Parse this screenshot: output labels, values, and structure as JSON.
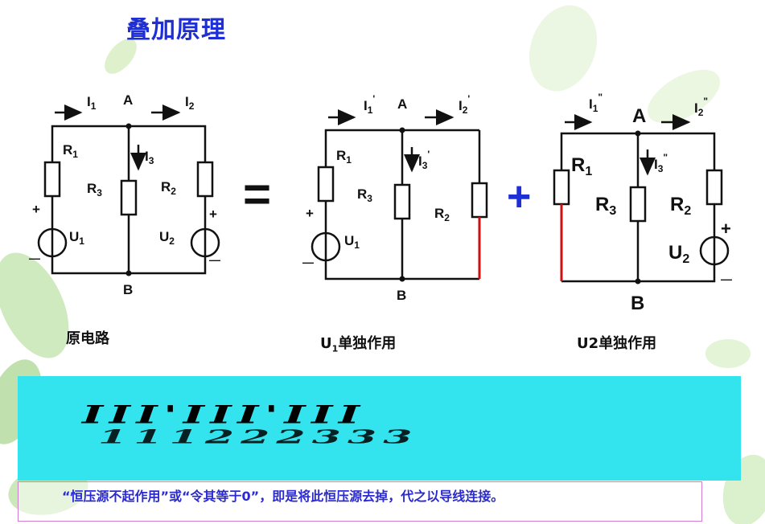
{
  "title": "叠加原理",
  "captions": {
    "original": "原电路",
    "u1_sub": "1",
    "u1_only_prefix": "U",
    "u1_only_suffix": "单独作用",
    "u2_only": "U2单独作用"
  },
  "equals": "=",
  "plus": "+",
  "circuit1": {
    "I1": "I",
    "I1s": "1",
    "A": "A",
    "I2": "I",
    "I2s": "2",
    "I3": "I",
    "I3s": "3",
    "R1": "R",
    "R1s": "1",
    "R3": "R",
    "R3s": "3",
    "R2": "R",
    "R2s": "2",
    "U1": "U",
    "U1s": "1",
    "U2": "U",
    "U2s": "2",
    "B": "B",
    "plus": "+",
    "minus": "—"
  },
  "circuit2": {
    "I1": "I",
    "I1s": "1",
    "I1p": "'",
    "A": "A",
    "I2": "I",
    "I2s": "2",
    "I2p": "'",
    "I3": "I",
    "I3s": "3",
    "I3p": "'",
    "R1": "R",
    "R1s": "1",
    "R3": "R",
    "R3s": "3",
    "R2": "R",
    "R2s": "2",
    "U1": "U",
    "U1s": "1",
    "B": "B",
    "plus": "+",
    "minus": "—"
  },
  "circuit3": {
    "I1": "I",
    "I1s": "1",
    "I1p": "\"",
    "A": "A",
    "I2": "I",
    "I2s": "2",
    "I2p": "\"",
    "I3": "I",
    "I3s": "3",
    "I3p": "\"",
    "R1": "R",
    "R1s": "1",
    "R3": "R",
    "R3s": "3",
    "R2": "R",
    "R2s": "2",
    "U2": "U",
    "U2s": "2",
    "B": "B",
    "plus": "+",
    "minus": "—"
  },
  "equation_row1": "I I I ' I I I ' I I I",
  "equation_row2": "1 1 1   2 2 2   3 3 3",
  "note": "“恒压源不起作用”或“令其等于0”，即是将此恒压源去掉，代之以导线连接。",
  "colors": {
    "title": "#1f2fd6",
    "eq_bg": "#33e3ee",
    "wire_short": "#cc1111",
    "note": "#2a2ad0",
    "leaf": "#9fd07a"
  }
}
